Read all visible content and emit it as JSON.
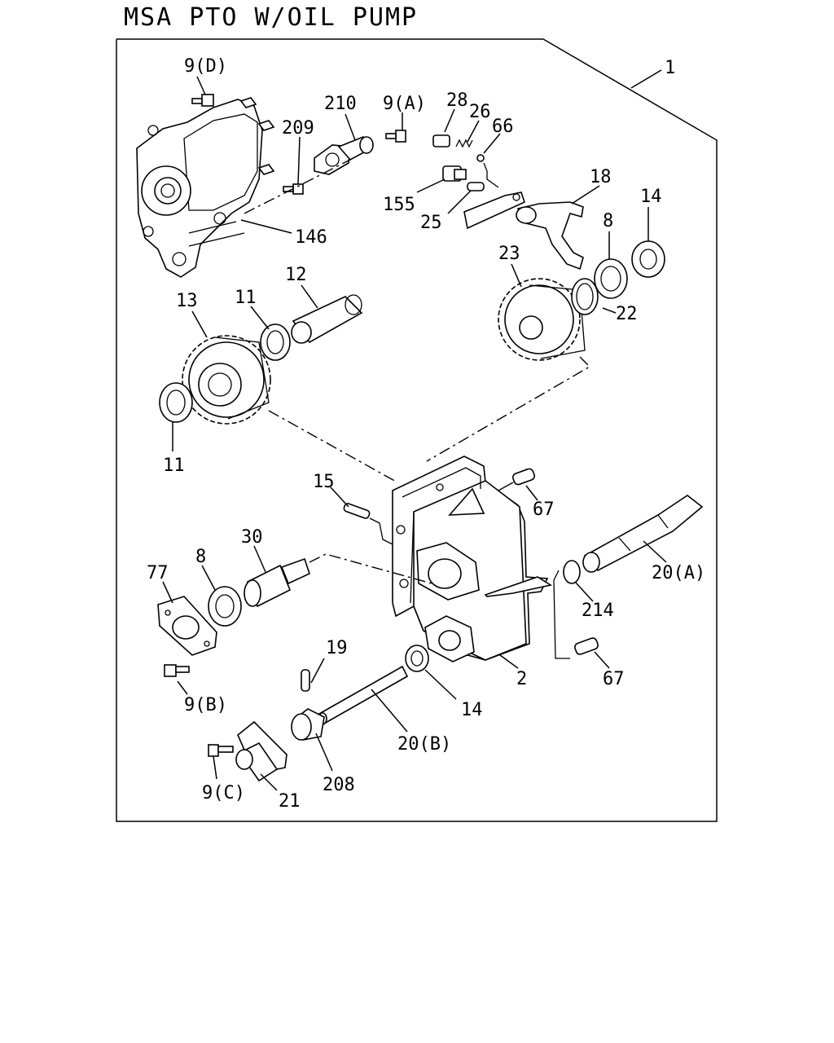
{
  "title": "MSA PTO W/OIL PUMP",
  "callouts": {
    "p1": "1",
    "p9d": "9(D)",
    "p210": "210",
    "p9a": "9(A)",
    "p28": "28",
    "p26": "26",
    "p66": "66",
    "p209": "209",
    "p155": "155",
    "p25": "25",
    "p18": "18",
    "p14a": "14",
    "p146": "146",
    "p8a": "8",
    "p23": "23",
    "p12": "12",
    "p13": "13",
    "p11a": "11",
    "p22": "22",
    "p11b": "11",
    "p15": "15",
    "p67a": "67",
    "p30": "30",
    "p77": "77",
    "p8b": "8",
    "p20a": "20(A)",
    "p214": "214",
    "p19": "19",
    "p9b": "9(B)",
    "p2": "2",
    "p14b": "14",
    "p67b": "67",
    "p20b": "20(B)",
    "p208": "208",
    "p9c": "9(C)",
    "p21": "21"
  }
}
